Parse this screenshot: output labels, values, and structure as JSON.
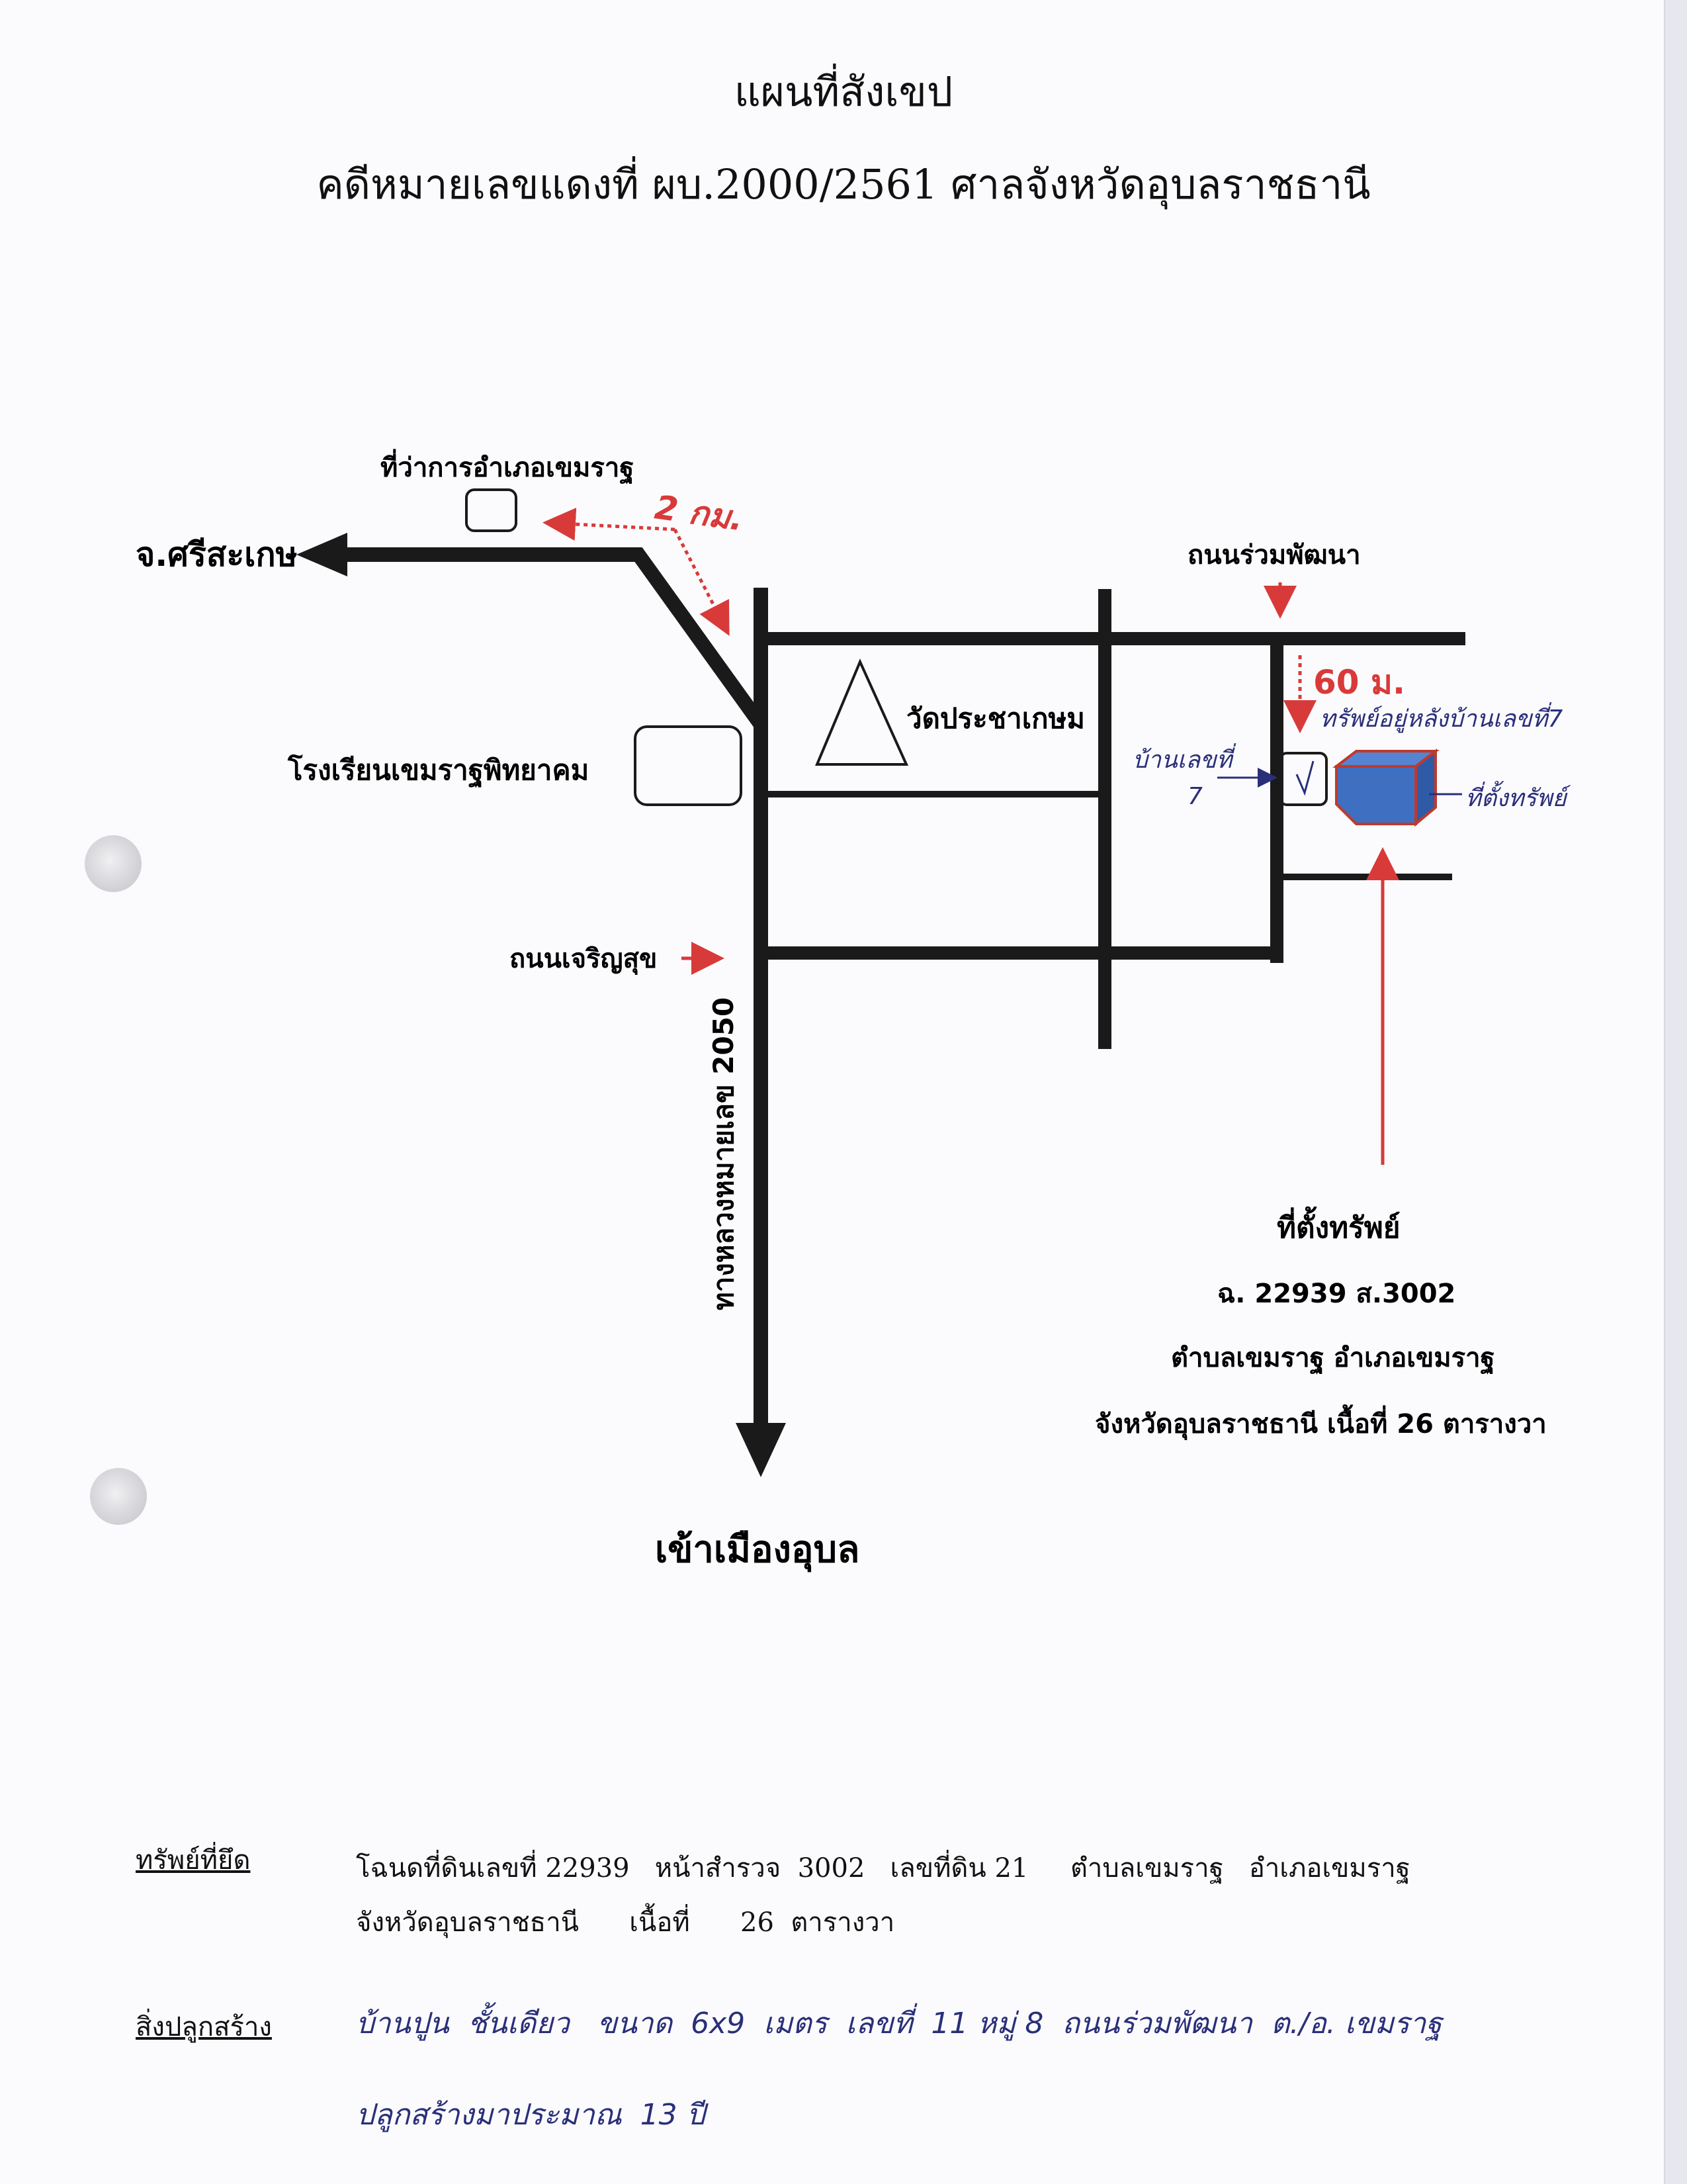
{
  "title": "แผนที่สังเขป",
  "subtitle": "คดีหมายเลขแดงที่ ผบ.2000/2561  ศาลจังหวัดอุบลราชธานี",
  "map": {
    "district_office": "ที่ว่าการอำเภอเขมราฐ",
    "distance_2km": "2 กม.",
    "to_sisaket": "จ.ศรีสะเกษ",
    "temple": "วัดประชาเกษม",
    "school": "โรงเรียนเขมราฐพิทยาคม",
    "road_charoensuk": "ถนนเจริญสุข",
    "road_ruamphatthana": "ถนนร่วมพัฒนา",
    "highway": "ทางหลวงหมายเลข 2050",
    "to_ubon": "เข้าเมืองอุบล",
    "distance_60m": "60 ม.",
    "hand_note_top": "ทรัพย์อยู่หลังบ้านเลขที่7",
    "hand_house_label": "บ้านเลขที่",
    "hand_house_no": "7",
    "hand_property_label": "ที่ตั้งทรัพย์",
    "property_title": "ที่ตั้งทรัพย์",
    "property_deed": "ฉ. 22939   ส.3002",
    "property_location": "ตำบลเขมราฐ   อำเภอเขมราฐ",
    "property_area": "จังหวัดอุบลราชธานี      เนื้อที่  26  ตารางวา",
    "colors": {
      "road": "#1a1a1a",
      "red": "#d83a3a",
      "property_fill": "#3f6fc0",
      "ink": "#2a2f7a"
    }
  },
  "details": {
    "seized_label": "ทรัพย์ที่ยึด",
    "seized_line1": "โฉนดที่ดินเลขที่ 22939   หน้าสำรวจ  3002   เลขที่ดิน 21     ตำบลเขมราฐ   อำเภอเขมราฐ",
    "seized_line2": "จังหวัดอุบลราชธานี      เนื้อที่      26  ตารางวา",
    "building_label": "สิ่งปลูกสร้าง",
    "building_line1": "บ้านปูน  ชั้นเดียว   ขนาด  6x9  เมตร  เลขที่  11 หมู่ 8  ถนนร่วมพัฒนา  ต./อ. เขมราฐ",
    "building_line2": "ปลูกสร้างมาประมาณ  13 ปี"
  }
}
